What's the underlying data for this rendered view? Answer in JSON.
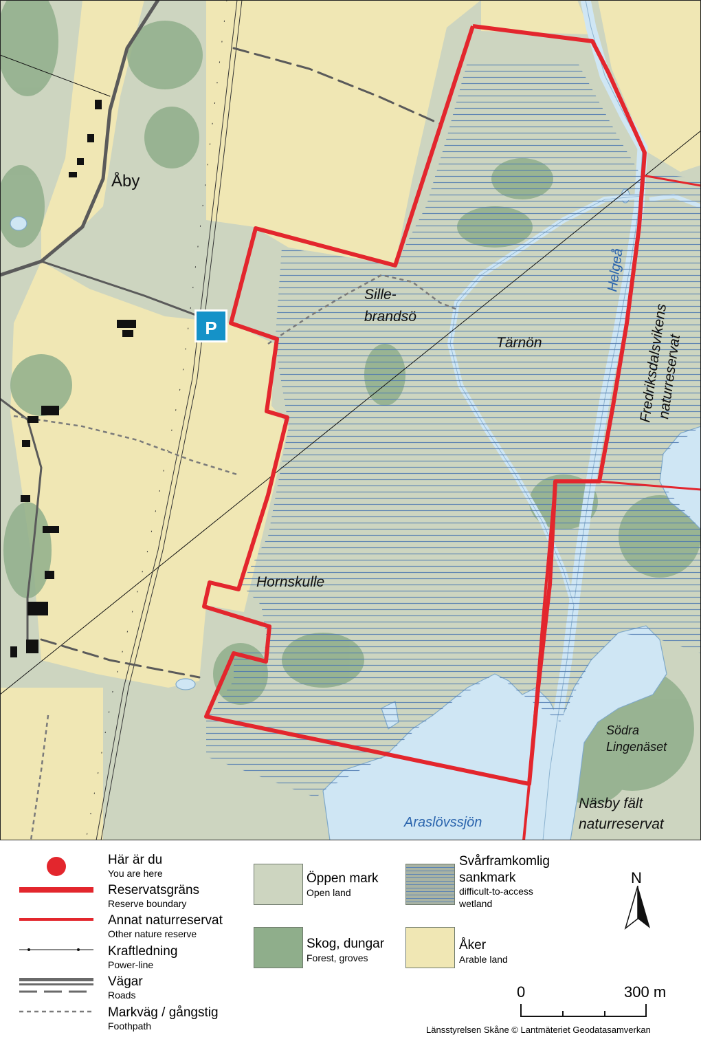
{
  "map": {
    "places": {
      "aby": "Åby",
      "sillebrandso_1": "Sille-",
      "sillebrandso_2": "brandsö",
      "tarnon": "Tärnön",
      "hornskulle": "Hornskulle",
      "sodra_1": "Södra",
      "sodra_2": "Lingenäset",
      "helgea": "Helgeå",
      "araslovssjon": "Araslövssjön",
      "fredriksdal_1": "Fredriksdalsvikens",
      "fredriksdal_2": "naturreservat",
      "nasby_1": "Näsby fält",
      "nasby_2": "naturreservat"
    },
    "parking_label": "P"
  },
  "legend": {
    "here": {
      "sv": "Här är du",
      "en": "You are here"
    },
    "reserve": {
      "sv": "Reservatsgräns",
      "en": "Reserve boundary"
    },
    "other_reserve": {
      "sv": "Annat naturreservat",
      "en": "Other nature reserve"
    },
    "power": {
      "sv": "Kraftledning",
      "en": "Power-line"
    },
    "roads": {
      "sv": "Vägar",
      "en": "Roads"
    },
    "footpath": {
      "sv": "Markväg / gångstig",
      "en": "Foothpath"
    },
    "open": {
      "sv": "Öppen mark",
      "en": "Open land"
    },
    "forest": {
      "sv": "Skog, dungar",
      "en": "Forest, groves"
    },
    "wetland": {
      "sv1": "Svårframkomlig",
      "sv2": "sankmark",
      "en1": "difficult-to-access",
      "en2": "wetland"
    },
    "arable": {
      "sv": "Åker",
      "en": "Arable land"
    }
  },
  "north_label": "N",
  "scale": {
    "start": "0",
    "end": "300 m"
  },
  "credit": "Länsstyrelsen Skåne © Lantmäteriet Geodatasamverkan",
  "colors": {
    "open_land": "#cdd5c0",
    "forest": "#8fae8b",
    "arable": "#f0e7b4",
    "water": "#cfe6f4",
    "water_label": "#2a64ad",
    "boundary": "#e3262d",
    "hatch": "#4c78b0",
    "parking": "#1592c8"
  }
}
